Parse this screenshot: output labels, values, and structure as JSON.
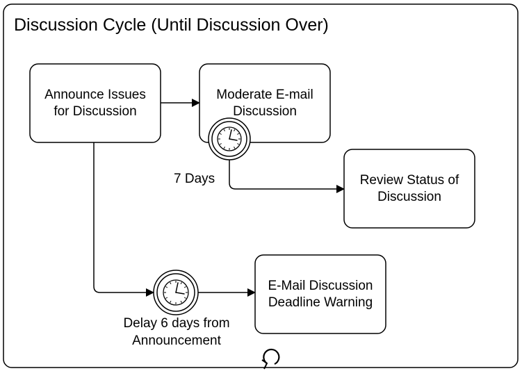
{
  "subprocess": {
    "title": "Discussion Cycle (Until Discussion Over)",
    "marker": "loop-marker"
  },
  "tasks": {
    "announce": {
      "line1": "Announce Issues",
      "line2": "for Discussion"
    },
    "moderate": {
      "line1": "Moderate E-mail",
      "line2": "Discussion"
    },
    "review": {
      "line1": "Review Status of",
      "line2": "Discussion"
    },
    "email_warning": {
      "line1": "E-Mail Discussion",
      "line2": "Deadline Warning"
    }
  },
  "events": {
    "boundary_timer": {
      "icon": "timer-icon",
      "label": "7 Days"
    },
    "intermediate_timer": {
      "icon": "timer-icon",
      "line1": "Delay 6 days from",
      "line2": "Announcement"
    }
  },
  "colors": {
    "stroke": "#000000",
    "fill": "#ffffff"
  }
}
